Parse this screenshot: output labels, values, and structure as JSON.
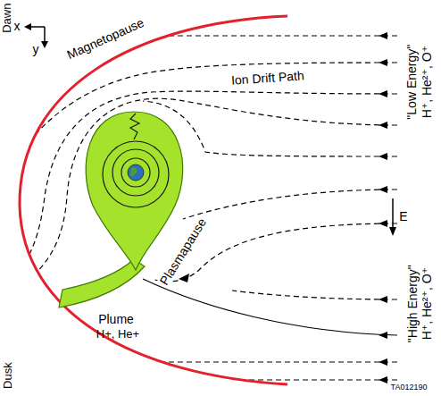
{
  "diagram": {
    "labels": [
      "x",
      "Dawn",
      "y",
      "Magnetopause",
      "Ion Drift Path",
      "\"Low Energy\"",
      "H⁺, He²⁺, O⁺",
      "E",
      "Plasmapause",
      "Plume",
      "H+, He+",
      "\"High Energy\"",
      "H⁺, He²⁺, O⁺",
      "Dusk",
      "TA012190"
    ]
  }
}
